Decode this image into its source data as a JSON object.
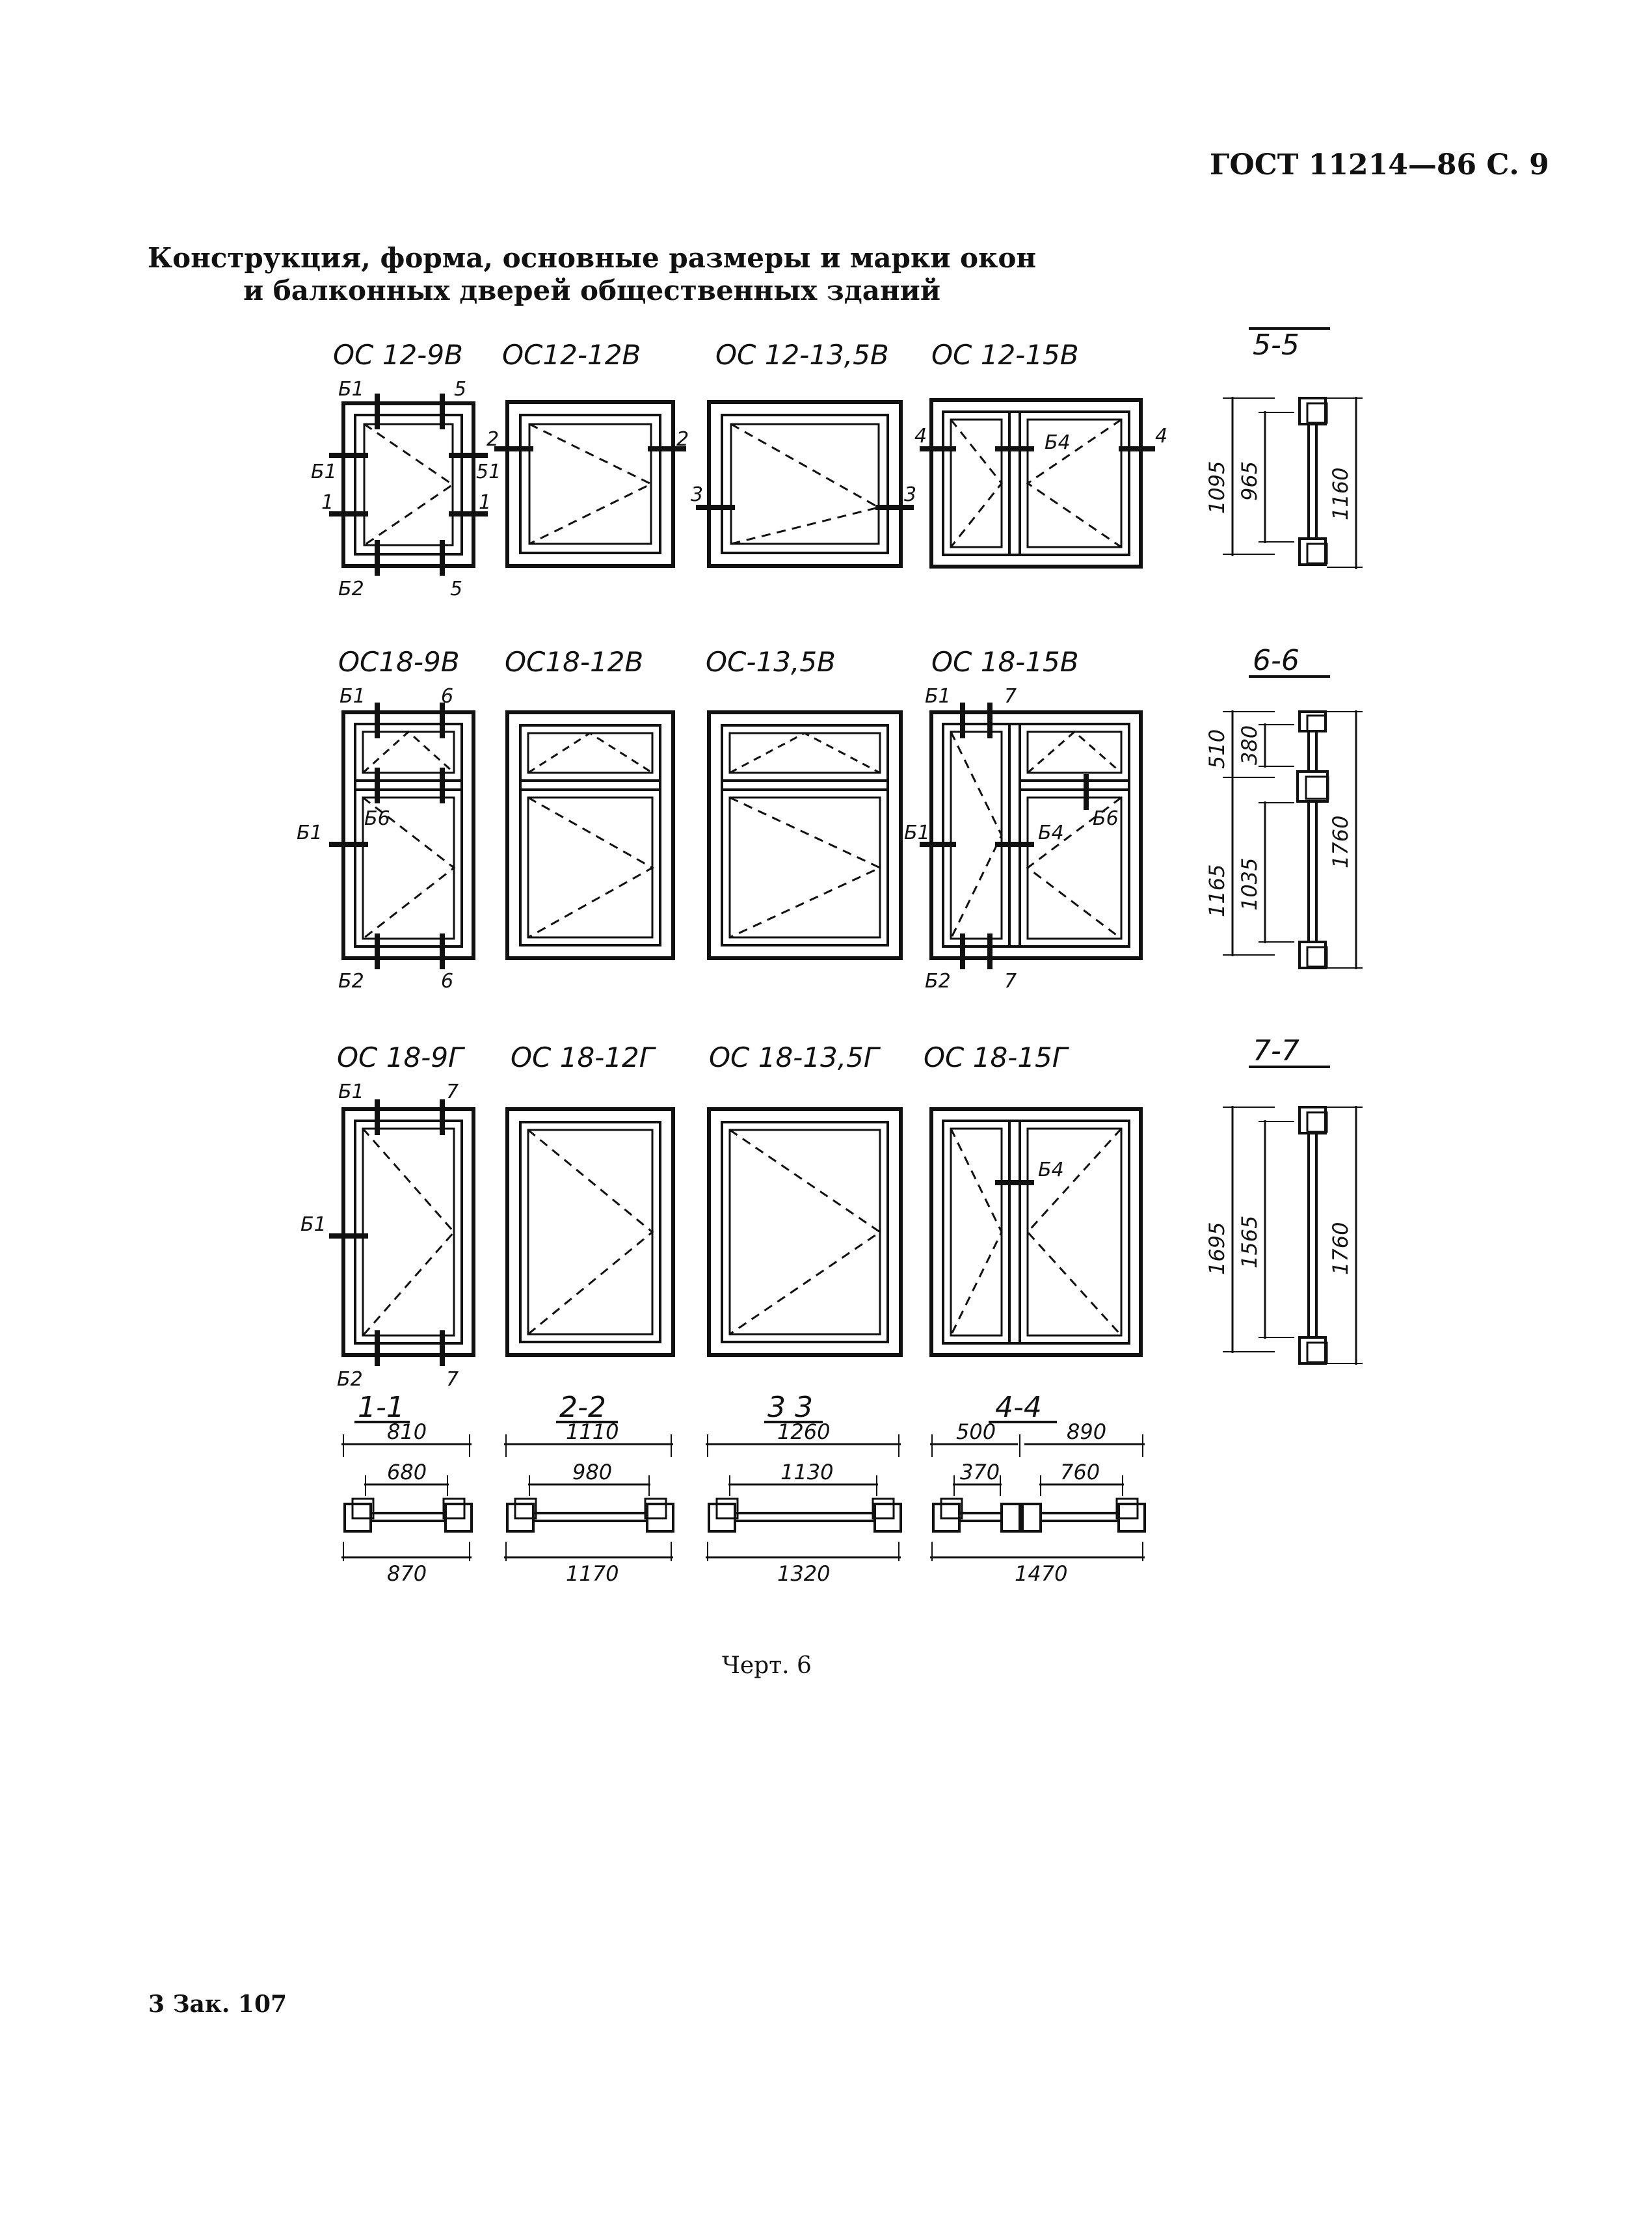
{
  "header": {
    "standard": "ГОСТ 11214—86 С. 9"
  },
  "title": {
    "line1": "Конструкция, форма, основные размеры и марки окон",
    "line2": "и балконных дверей общественных зданий"
  },
  "rows": [
    {
      "labels": [
        "ОС 12-9В",
        "ОС12-12В",
        "ОС 12-13,5В",
        "ОС 12-15В"
      ],
      "marks": {
        "w1": [
          "Б1",
          "5",
          "Б1",
          "1",
          "51",
          "1",
          "Б2",
          "5"
        ],
        "w2": [
          "2",
          "2"
        ],
        "w3": [
          "3",
          "3"
        ],
        "w4": [
          "4",
          "4",
          "Б4"
        ]
      }
    },
    {
      "labels": [
        "ОС18-9В",
        "ОС18-12В",
        "ОС-13,5В",
        "ОС 18-15В"
      ],
      "marks": {
        "w1": [
          "Б1",
          "6",
          "Б1",
          "Б6",
          "Б2",
          "6"
        ],
        "w4": [
          "Б1",
          "7",
          "Б1",
          "Б4",
          "Б6",
          "Б2",
          "7"
        ]
      }
    },
    {
      "labels": [
        "ОС 18-9Г",
        "ОС 18-12Г",
        "ОС 18-13,5Г",
        "ОС 18-15Г"
      ],
      "marks": {
        "w1": [
          "Б1",
          "7",
          "Б1",
          "Б2",
          "7"
        ],
        "w4": [
          "Б4"
        ]
      }
    }
  ],
  "sections_vertical": [
    {
      "label": "5-5",
      "outer": "1160",
      "inner": "1095",
      "glass": "965"
    },
    {
      "label": "6-6",
      "outer": "1760",
      "upper": "510",
      "upper_inner": "380",
      "lower": "1165",
      "lower_inner": "1035"
    },
    {
      "label": "7-7",
      "outer": "1760",
      "inner": "1695",
      "glass": "1565"
    }
  ],
  "sections_horizontal": [
    {
      "label": "1-1",
      "top": "810",
      "mid": "680",
      "bottom": "870"
    },
    {
      "label": "2-2",
      "top": "1110",
      "mid": "980",
      "bottom": "1170"
    },
    {
      "label": "3 3",
      "top": "1260",
      "mid": "1130",
      "bottom": "1320"
    },
    {
      "label": "4-4",
      "top_left": "500",
      "top_right": "890",
      "mid_left": "370",
      "mid_right": "760",
      "bottom": "1470"
    }
  ],
  "caption": "Черт. 6",
  "footer": "3 Зак. 107"
}
